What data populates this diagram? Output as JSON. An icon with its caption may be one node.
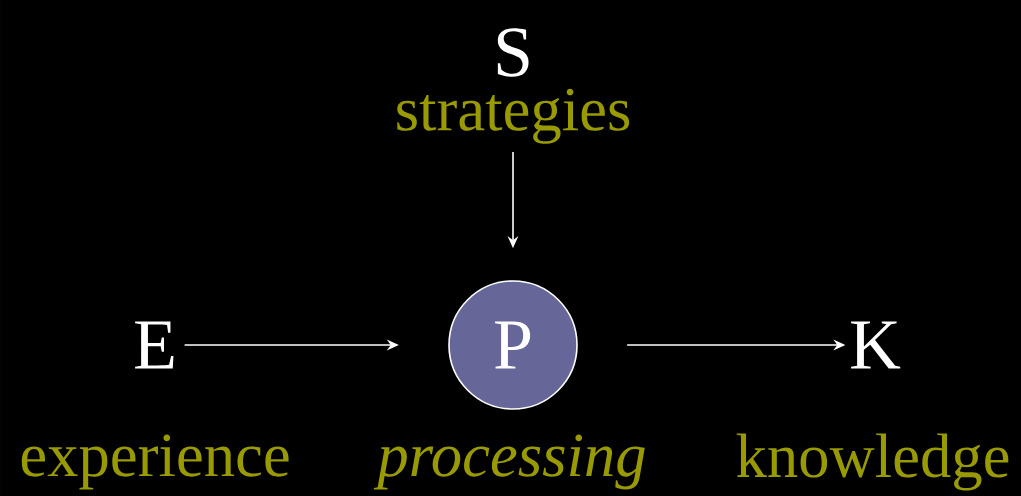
{
  "diagram": {
    "nodes": [
      {
        "text": [
          "S",
          "strategies"
        ]
      },
      {
        "text": [
          "E"
        ],
        "beside": [
          "experience"
        ]
      },
      {
        "text": [
          "P"
        ],
        "beside": [
          "processing"
        ]
      },
      {
        "text": [
          "K"
        ],
        "beside": [
          "knowledge"
        ]
      }
    ],
    "edges": [
      {
        "from": 0,
        "to": 2,
        "arrow": "to"
      },
      {
        "from": 1,
        "to": 2,
        "arrow": "to"
      },
      {
        "from": 2,
        "to": 3,
        "arrow": "to"
      }
    ]
  }
}
